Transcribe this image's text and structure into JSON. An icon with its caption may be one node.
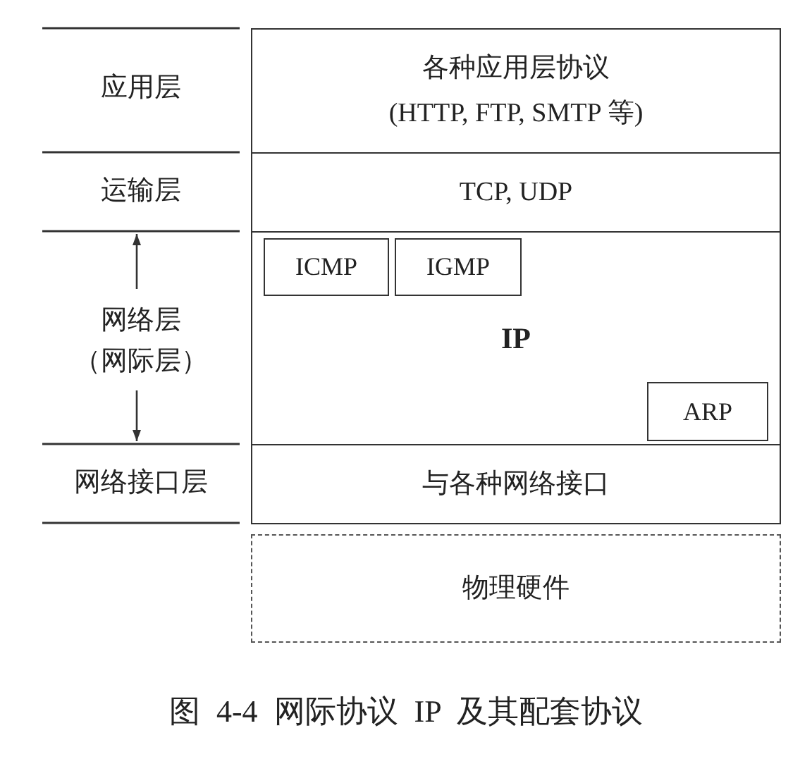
{
  "diagram": {
    "caption": "图 4-4 网际协议 IP 及其配套协议",
    "nodes": [
      {
        "text": [
          "各种应用层协议",
          "(HTTP, FTP, SMTP 等)"
        ]
      },
      {
        "text": [
          "TCP, UDP"
        ]
      },
      {
        "text": [
          "IP"
        ]
      },
      {
        "text": [
          "ICMP"
        ],
        "in": 2
      },
      {
        "text": [
          "IGMP"
        ],
        "in": 2
      },
      {
        "text": [
          "ARP"
        ],
        "in": 2
      },
      {
        "text": [
          "与各种网络接口"
        ]
      },
      {
        "text": [
          "物理硬件"
        ]
      }
    ],
    "labels": [
      "应用层",
      "运输层",
      "网络层（网际层）",
      "网络接口层"
    ]
  }
}
